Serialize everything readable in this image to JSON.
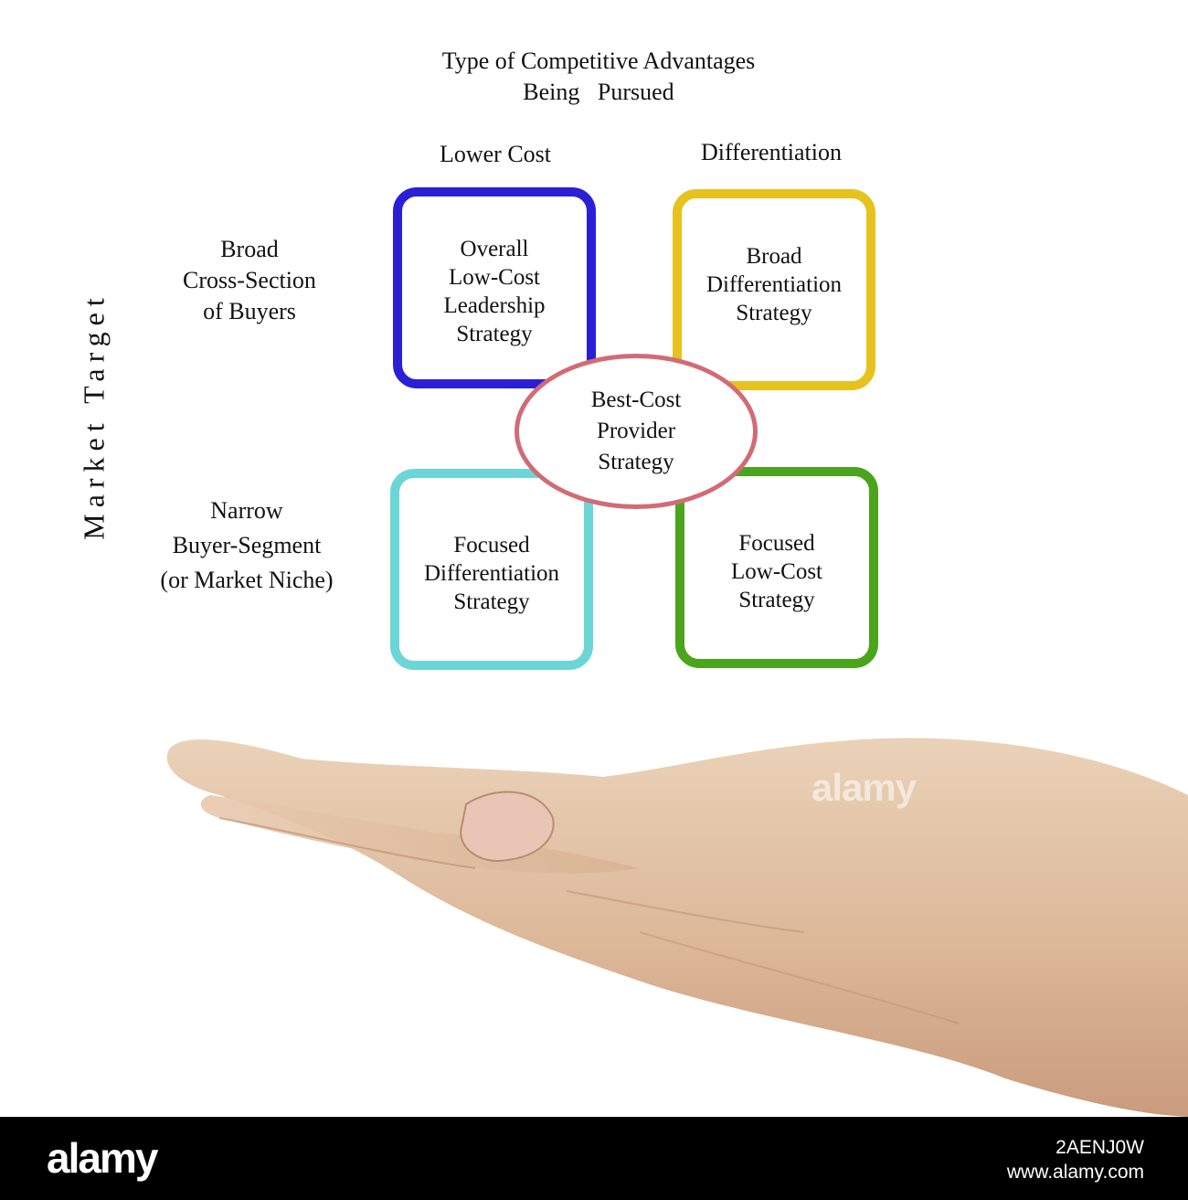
{
  "diagram": {
    "title_line1": "Type of Competitive Advantages",
    "title_line2": "Being   Pursued",
    "columns": {
      "lower_cost": "Lower Cost",
      "differentiation": "Differentiation"
    },
    "axis_label": "Market Target",
    "rows": {
      "broad": "Broad\nCross-Section\nof Buyers",
      "narrow": "Narrow\nBuyer-Segment\n(or Market Niche)"
    },
    "boxes": {
      "top_left": {
        "text": "Overall\nLow-Cost\nLeadership\nStrategy",
        "color": "#2b1fd6"
      },
      "top_right": {
        "text": "Broad\nDifferentiation\nStrategy",
        "color": "#e6c21e"
      },
      "bottom_left": {
        "text": "Focused\nDifferentiation\nStrategy",
        "color": "#6cd6d6"
      },
      "bottom_right": {
        "text": "Focused\nLow-Cost\nStrategy",
        "color": "#4aa51c"
      }
    },
    "center": {
      "text": "Best-Cost\nProvider\nStrategy",
      "color": "#d16b76"
    }
  },
  "watermark": "alamy",
  "footer": {
    "logo": "alamy",
    "image_id": "2AENJ0W",
    "site": "www.alamy.com"
  }
}
